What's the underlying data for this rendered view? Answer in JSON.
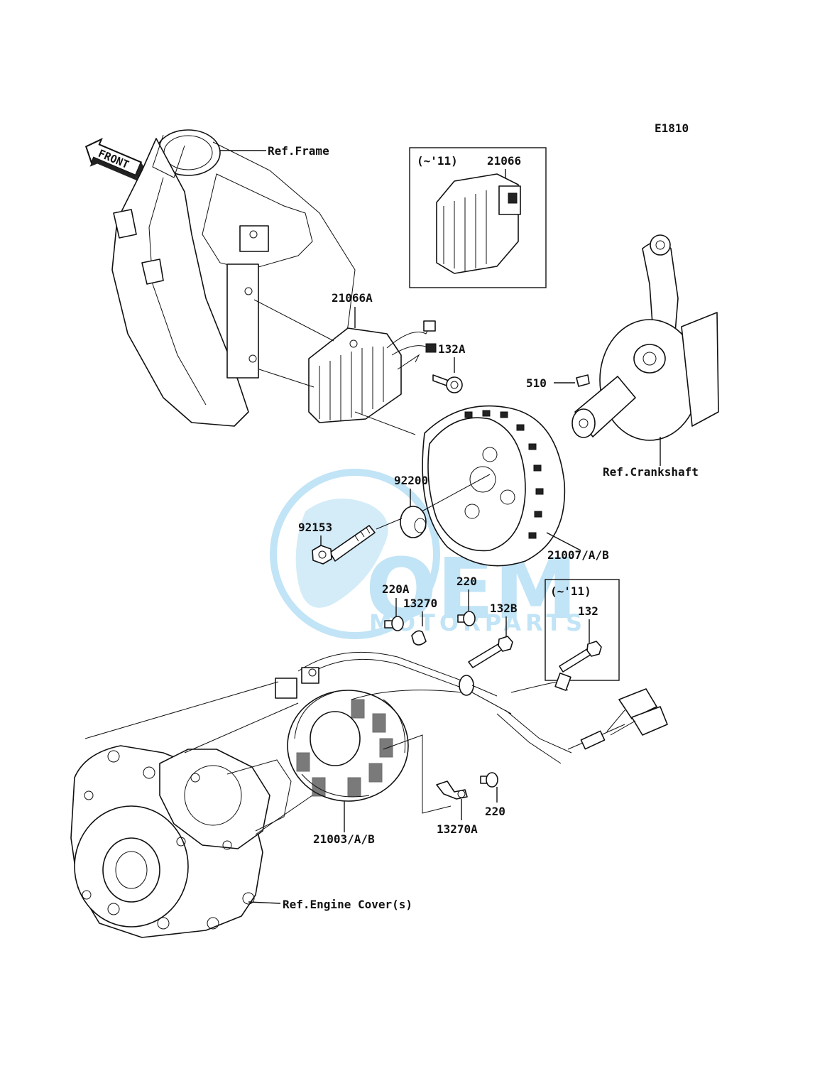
{
  "diagram": {
    "code": "E1810",
    "front_label": "FRONT",
    "watermark": {
      "brand": "OEM",
      "sub": "MOTORPARTS",
      "color": "#4fb3e6"
    },
    "labels": {
      "ref_frame": "Ref.Frame",
      "ref_crankshaft": "Ref.Crankshaft",
      "ref_engine_cover": "Ref.Engine Cover(s)",
      "p21066": "21066",
      "p21066_note": "(~'11)",
      "p21066A": "21066A",
      "p132A": "132A",
      "p510": "510",
      "p92200": "92200",
      "p92153": "92153",
      "p21007": "21007/A/B",
      "p220A": "220A",
      "p220_top": "220",
      "p13270": "13270",
      "p132B": "132B",
      "p132": "132",
      "p132_note": "(~'11)",
      "p21003": "21003/A/B",
      "p13270A": "13270A",
      "p220_bottom": "220"
    }
  }
}
